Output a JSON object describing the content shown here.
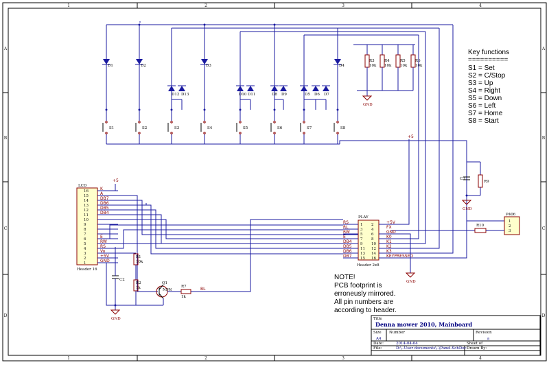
{
  "border": {
    "columns": [
      "1",
      "2",
      "3",
      "4"
    ],
    "rows": [
      "A",
      "B",
      "C",
      "D"
    ]
  },
  "key_functions": {
    "heading": "Key functions",
    "underline": "==========",
    "items": [
      "S1 = Set",
      "S2 = C/Stop",
      "S3 = Up",
      "S4 = Right",
      "S5 = Down",
      "S6 = Left",
      "S7 = Home",
      "S8 = Start"
    ]
  },
  "diodes": [
    "D1",
    "D2",
    "D12",
    "D13",
    "D3",
    "D10",
    "D11",
    "D8",
    "D9",
    "D5",
    "D6",
    "D7",
    "D4"
  ],
  "switches": [
    "S1",
    "S2",
    "S3",
    "S4",
    "S5",
    "S6",
    "S7",
    "S8"
  ],
  "pullups": [
    {
      "ref": "R3",
      "value": "10k"
    },
    {
      "ref": "R4",
      "value": "10k"
    },
    {
      "ref": "R5",
      "value": "10k"
    },
    {
      "ref": "R6",
      "value": "10k"
    }
  ],
  "gnd_label": "GND",
  "plus5_label": "+5",
  "lcd": {
    "title": "LCD",
    "footer": "Header 16",
    "pins": [
      "16",
      "15",
      "14",
      "13",
      "12",
      "11",
      "10",
      "9",
      "8",
      "7",
      "6",
      "5",
      "4",
      "3",
      "2",
      "1"
    ],
    "nets": [
      "K",
      "A",
      "DB7",
      "DB6",
      "DB5",
      "DB4",
      "",
      "",
      "",
      "",
      "E",
      "RW",
      "RS",
      "Vo",
      "+5V",
      "GND"
    ]
  },
  "play": {
    "title": "PLAY",
    "footer": "Header 2x8",
    "left_pins": [
      "1",
      "3",
      "5",
      "7",
      "9",
      "11",
      "13",
      "15"
    ],
    "right_pins": [
      "2",
      "4",
      "6",
      "8",
      "10",
      "12",
      "14",
      "16"
    ],
    "left_nets": [
      "RS",
      "RL",
      "RW",
      "E",
      "DB4",
      "DB5",
      "DB6",
      "DB7"
    ],
    "right_nets": [
      "+5V",
      "FX",
      "GND",
      "K0",
      "K1",
      "K2",
      "K3",
      "KEYPRESSED"
    ]
  },
  "p406": {
    "title": "P406",
    "pins": [
      "1",
      "2",
      "3"
    ]
  },
  "c3": "C3",
  "r9": "R9",
  "r10": "R10",
  "r1": {
    "ref": "R1",
    "value": "10k"
  },
  "r2": {
    "ref": "R2",
    "value": "1k"
  },
  "c2": "C2",
  "q1": {
    "ref": "Q1",
    "type": "NPN"
  },
  "r7": {
    "ref": "R7",
    "value": "1k"
  },
  "bl_net": "BL",
  "note": [
    "NOTE!",
    "PCB footprint is",
    "erroneusly mirrored.",
    "All pin numbers are",
    "according to header."
  ],
  "title_block": {
    "title_label": "Title",
    "title": "Denna mower 2010, Mainboard",
    "size_label": "Size",
    "size": "A4",
    "number_label": "Number",
    "revision_label": "Revision",
    "revision": "a",
    "date_label": "Date:",
    "date": "2014-04-04",
    "sheet_label": "Sheet  of",
    "file_label": "File:",
    "file": "D:\\..User documents\\..\\Panel.SchDoc",
    "drawn_label": "Drawn By:"
  }
}
